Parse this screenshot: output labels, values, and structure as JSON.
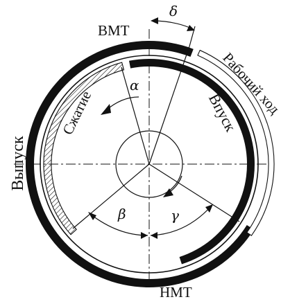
{
  "labels": {
    "top_dead_center": "ВМТ",
    "bottom_dead_center": "НМТ",
    "exhaust": "Выпуск",
    "compression": "Сжатие",
    "intake": "Впуск",
    "power_stroke": "Рабочий ход"
  },
  "angles": {
    "alpha": "α",
    "beta": "β",
    "gamma": "γ",
    "delta": "δ"
  },
  "colors": {
    "ink": "#111111",
    "background": "#ffffff"
  }
}
